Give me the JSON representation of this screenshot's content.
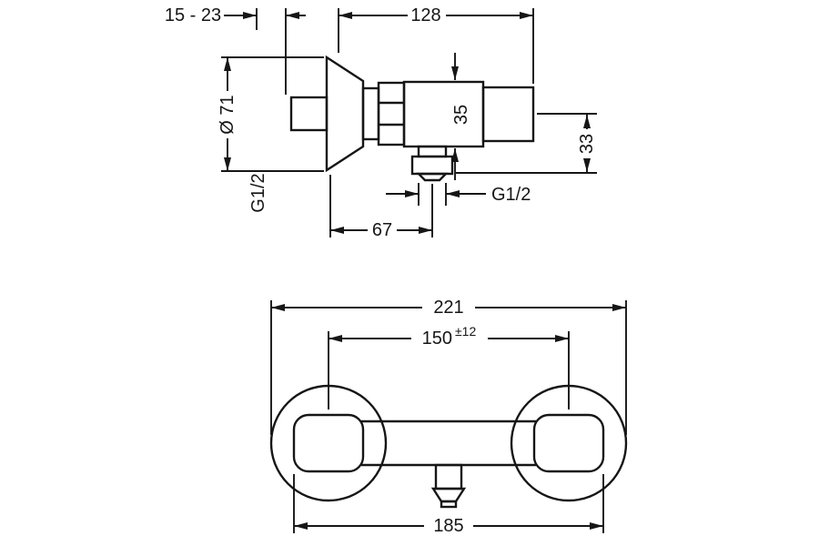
{
  "colors": {
    "line": "#161616",
    "background": "#ffffff"
  },
  "side_view": {
    "dims": {
      "wall_range": "15 - 23",
      "length": "128",
      "escutcheon_diameter": "Ø 71",
      "body_diameter": "35",
      "outlet_drop": "33",
      "inlet_thread": "G1/2",
      "outlet_thread": "G1/2",
      "outlet_offset": "67"
    }
  },
  "front_view": {
    "dims": {
      "overall_width": "221",
      "center_distance": "150",
      "center_tolerance": "±12",
      "body_span": "185"
    }
  }
}
